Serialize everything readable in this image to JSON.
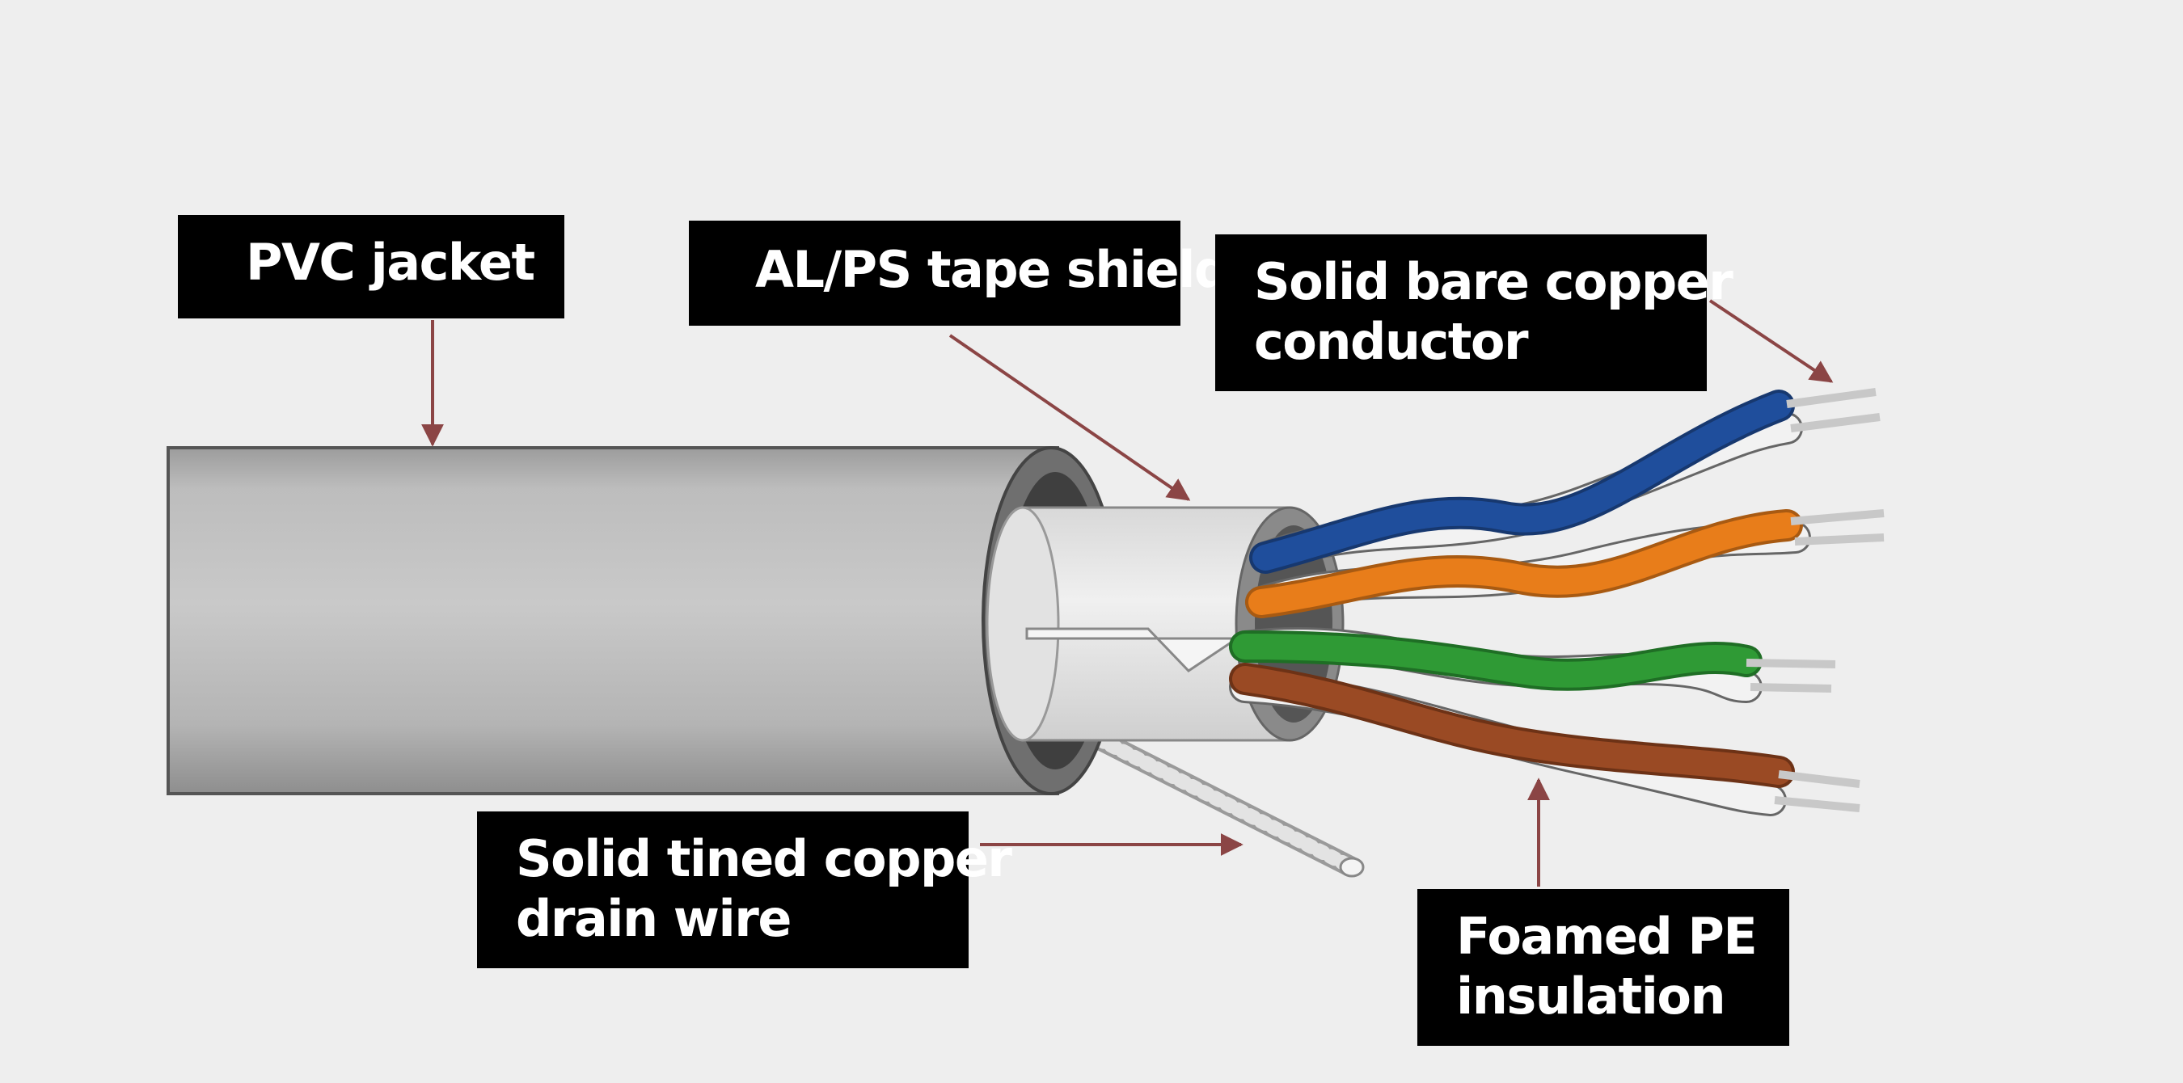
{
  "labels": {
    "pvc_jacket": "PVC jacket",
    "tape_shield": "AL/PS tape shield",
    "conductor": [
      "Solid bare copper",
      "conductor"
    ],
    "drain_wire": [
      "Solid tined copper",
      "drain wire"
    ],
    "insulation": [
      "Foamed PE",
      "insulation"
    ]
  },
  "colors": {
    "background": "#eeeeee",
    "label_background": "#000000",
    "label_text": "#ffffff",
    "arrow": "#8b4545",
    "jacket": "#b3b3b3",
    "shield": "#e6e6e6",
    "pair_blue": "#1f4e9c",
    "pair_orange": "#e87d1a",
    "pair_green": "#2f9a35",
    "pair_brown": "#9a4a24",
    "wire_white": "#f2f2f2",
    "bare_copper": "#d0d0d0"
  }
}
